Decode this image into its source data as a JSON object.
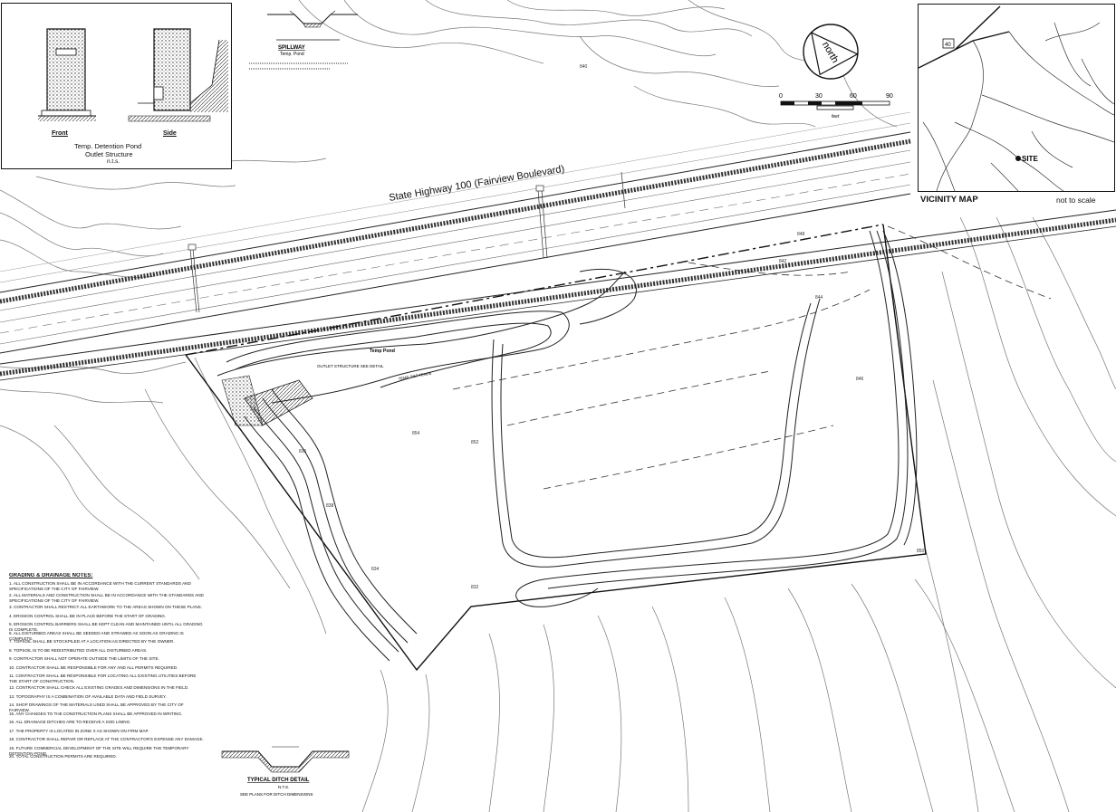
{
  "highway_label": "State Highway 100  (Fairview Boulevard)",
  "north_arrow": {
    "label": "north"
  },
  "scale_bar": {
    "ticks": [
      "0",
      "30",
      "60",
      "90"
    ],
    "unit": "feet"
  },
  "vicinity_map": {
    "title": "VICINITY MAP",
    "note": "not to scale",
    "site_label": "SITE",
    "route_shield": "40"
  },
  "outlet_detail": {
    "title_line1": "Temp. Detention Pond",
    "title_line2": "Outlet Structure",
    "title_line3": "n.t.s.",
    "front_label": "Front",
    "side_label": "Side"
  },
  "spillway_detail": {
    "title": "SPILLWAY",
    "subtitle": "Temp. Pond"
  },
  "plan_labels": {
    "temp_pond": "Temp Pond",
    "outlet_structure": "OUTLET STRUCTURE SEE DETAIL",
    "silt_fence": "TEMP. SILT FENCE"
  },
  "contour_labels": [
    "840",
    "842",
    "844",
    "846",
    "848",
    "850",
    "852",
    "854",
    "836",
    "838",
    "834",
    "832"
  ],
  "ditch_detail": {
    "title": "TYPICAL DITCH DETAIL",
    "subtitle": "N.T.S.",
    "note": "SEE PLANS FOR DITCH DIMENSIONS"
  },
  "notes": {
    "title": "GRADING & DRAINAGE NOTES:",
    "items": [
      "1. ALL CONSTRUCTION SHALL BE IN ACCORDANCE WITH THE CURRENT STANDARDS AND SPECIFICATIONS OF THE CITY OF FAIRVIEW.",
      "2. ALL MATERIALS AND CONSTRUCTION SHALL BE IN ACCORDANCE WITH THE STANDARDS AND SPECIFICATIONS OF THE CITY OF FAIRVIEW.",
      "3. CONTRACTOR SHALL RESTRICT ALL EARTHWORK TO THE AREAS SHOWN ON THESE PLANS.",
      "4. EROSION CONTROL SHALL BE IN PLACE BEFORE THE START OF GRADING.",
      "5. EROSION CONTROL BARRIERS SHALL BE KEPT CLEAN AND MAINTAINED UNTIL ALL GRADING IS COMPLETE.",
      "6. ALL DISTURBED AREAS SHALL BE SEEDED AND STRAWED AS SOON AS GRADING IS COMPLETE.",
      "7. TOPSOIL SHALL BE STOCKPILED AT A LOCATION AS DIRECTED BY THE OWNER.",
      "8. TOPSOIL IS TO BE REDISTRIBUTED OVER ALL DISTURBED AREAS.",
      "9. CONTRACTOR SHALL NOT OPERATE OUTSIDE THE LIMITS OF THE SITE.",
      "10. CONTRACTOR SHALL BE RESPONSIBLE FOR ANY AND ALL PERMITS REQUIRED.",
      "11. CONTRACTOR SHALL BE RESPONSIBLE FOR LOCATING ALL EXISTING UTILITIES BEFORE THE START OF CONSTRUCTION.",
      "12. CONTRACTOR SHALL CHECK ALL EXISTING GRADES AND DIMENSIONS IN THE FIELD.",
      "13. TOPOGRAPHY IS A COMBINATION OF AVAILABLE DATA AND FIELD SURVEY.",
      "14. SHOP DRAWINGS OF THE MATERIALS USED SHALL BE APPROVED BY THE CITY OF FAIRVIEW.",
      "15. ANY CHANGES TO THE CONSTRUCTION PLANS SHALL BE APPROVED IN WRITING.",
      "16. ALL DRAINAGE DITCHES ARE TO RECEIVE A SOD LINING.",
      "17. THE PROPERTY IS LOCATED IN ZONE X AS SHOWN ON FIRM MAP.",
      "18. CONTRACTOR SHALL REPAIR OR REPLACE AT THE CONTRACTOR'S EXPENSE ANY DAMAGE.",
      "19. FUTURE COMMERCIAL DEVELOPMENT OF THE SITE WILL REQUIRE THE TEMPORARY DETENTION POND.",
      "20. TOTAL CONSTRUCTION PERMITS ARE REQUIRED."
    ]
  }
}
